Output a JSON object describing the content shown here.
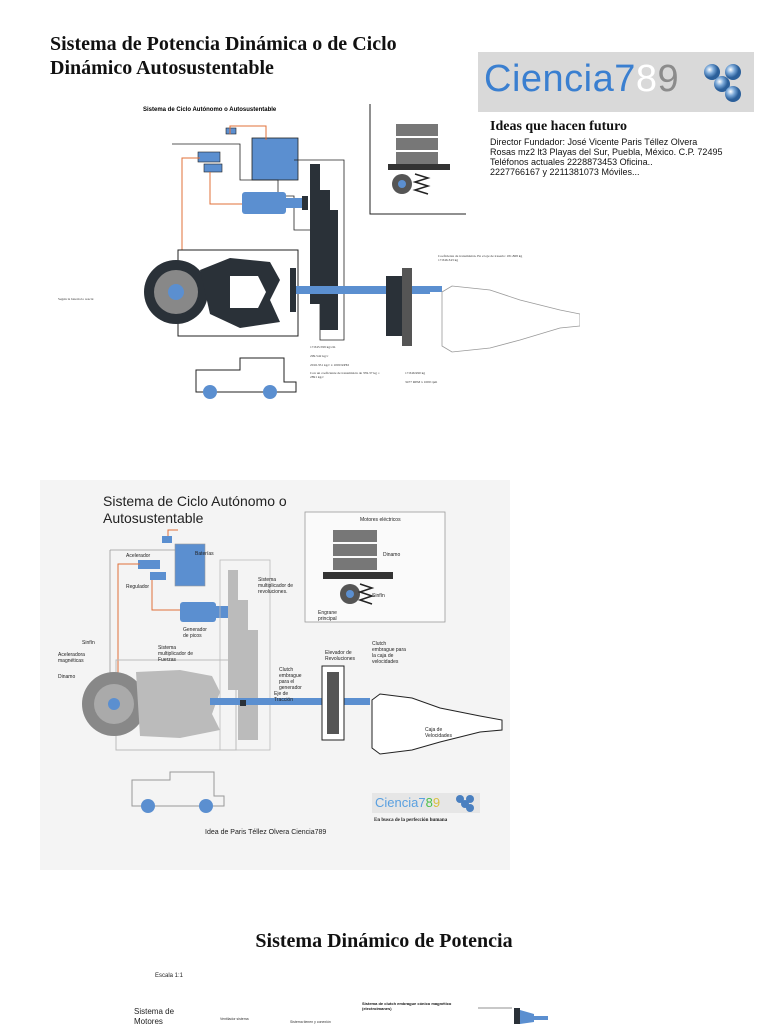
{
  "document": {
    "title": "Sistema de Potencia Dinámica o de Ciclo Dinámico Autosustentable"
  },
  "logo": {
    "part1": "Ciencia7",
    "part2": "8",
    "part3": "9",
    "tagline": "Ideas que hacen futuro"
  },
  "info": {
    "director": "Director Fundador: José Vicente Paris Téllez Olvera",
    "address": "Rosas mz2 lt3 Playas del Sur, Puebla, México. C.P. 72495",
    "phones": "Teléfonos actuales 2228873453 Oficina..",
    "mobiles": "2227766167 y 2211381073 Móviles..."
  },
  "diagram1": {
    "title": "Sistema de Ciclo Autónomo o Autosustentable",
    "note_left": "Según la batería lo reacté",
    "note_right": "Coeficiente de transmisión. En el eje de traseris: 181.868 kg 17.846.343 kg",
    "stat1": "17.845.599 kg/cm",
    "stat2": "299.542 kg/c",
    "stat3": "2016.351 kg/c x 1000 RPM",
    "stat4": "Con un coeficiente de transmisión de 359.37 kg = 2891 kg/c",
    "stat5": "17.846.990 kg",
    "stat6": "3477 RPM x 1000 rpm"
  },
  "diagram2": {
    "title": "Sistema de Ciclo Autónomo o Autosustentable",
    "labels": {
      "motores": "Motores eléctricos",
      "dinamo_top": "Dinamo",
      "engrane": "Engrane principal",
      "sinfin_top": "Sinfín",
      "acelerador": "Acelerador",
      "baterias": "Baterías",
      "regulador": "Regulador",
      "multiplicador_rev": "Sistema multiplicador de revoluciones.",
      "generador": "Generador de picos",
      "sinfin": "Sinfín",
      "aceleradora": "Aceleradora magnéticas",
      "dinamo": "Dinamo",
      "multiplicador_fuerza": "Sistema multiplicador de Fuerzas",
      "clutch_gen": "Clutch embrague para el generador",
      "eje": "Eje de Tracción",
      "elevador": "Elevador de Revoluciones",
      "clutch_caja": "Clutch embrague para la caja de velocidades",
      "caja": "Caja de Velocidades"
    },
    "caption": "Idea de Paris Téllez Olvera   Ciencia789",
    "logo_sub": "En busca de la perfección humana"
  },
  "section3": {
    "title": "Sistema Dinámico de Potencia",
    "escala": "Escala 1:1",
    "sistema_de": "Sistema de Motores",
    "ventilador": "Ventilador sistema",
    "texto_b": "Sistema tienen y conexión",
    "clutch_note": "Sistema de clutch embrague cónico magnético (electroimanes)"
  },
  "colors": {
    "blue": "#5b8fd0",
    "dark": "#2a3138",
    "orange": "#e0703a",
    "logo_blue": "#3a7fd0"
  }
}
